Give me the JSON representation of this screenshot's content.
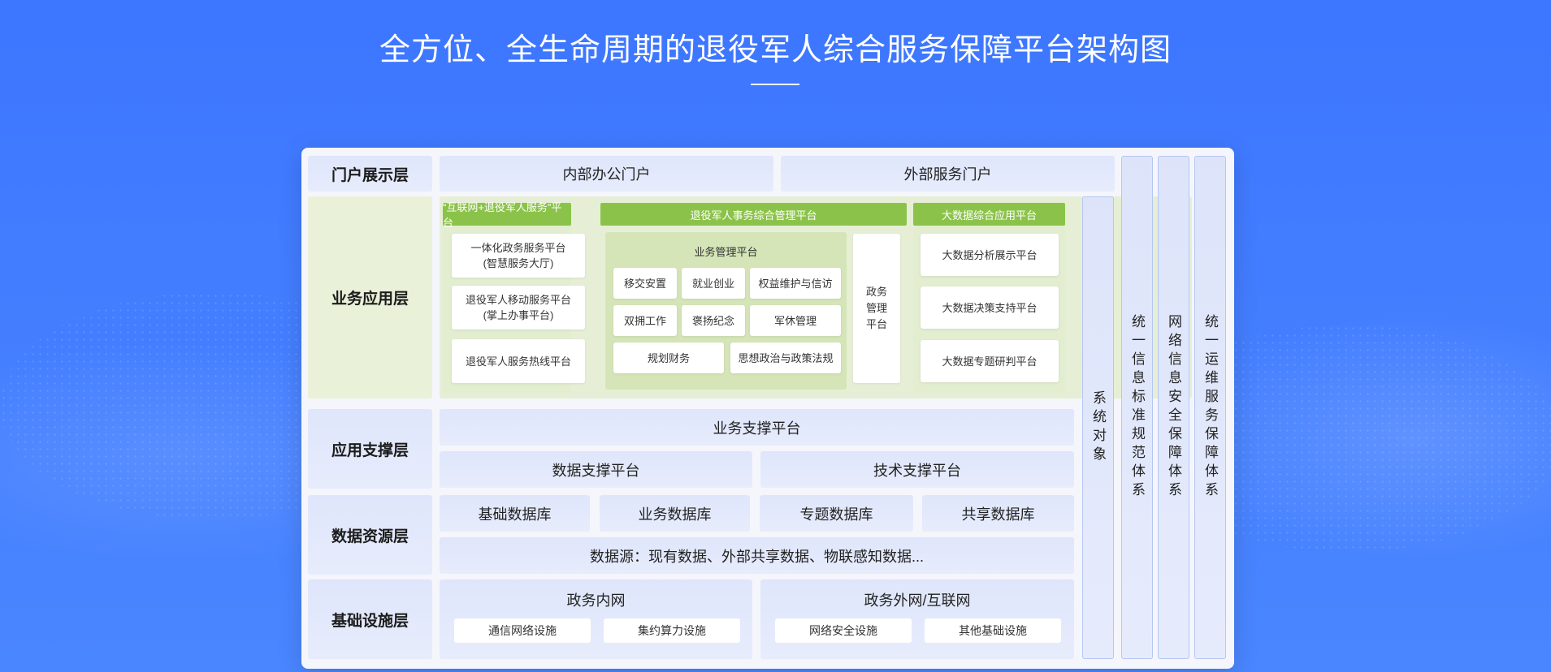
{
  "title": "全方位、全生命周期的退役军人综合服务保障平台架构图",
  "layers": {
    "portal": "门户展示层",
    "business": "业务应用层",
    "support": "应用支撑层",
    "data": "数据资源层",
    "infra": "基础设施层"
  },
  "portal": {
    "internal": "内部办公门户",
    "external": "外部服务门户"
  },
  "business": {
    "internet_platform": {
      "header": "“互联网+退役军人服务”平台",
      "items": [
        "一体化政务服务平台\n(智慧服务大厅)",
        "退役军人移动服务平台\n(掌上办事平台)",
        "退役军人服务热线平台"
      ]
    },
    "affairs_platform": {
      "header": "退役军人事务综合管理平台",
      "biz_mgmt_title": "业务管理平台",
      "biz_items": [
        "移交安置",
        "就业创业",
        "权益维护与信访",
        "双拥工作",
        "褒扬纪念",
        "军休管理",
        "规划财务",
        "思想政治与政策法规"
      ],
      "gov_mgmt": "政务管理平台"
    },
    "bigdata_platform": {
      "header": "大数据综合应用平台",
      "items": [
        "大数据分析展示平台",
        "大数据决策支持平台",
        "大数据专题研判平台"
      ]
    }
  },
  "support": {
    "business_support": "业务支撑平台",
    "data_support": "数据支撑平台",
    "tech_support": "技术支撑平台"
  },
  "data": {
    "dbs": [
      "基础数据库",
      "业务数据库",
      "专题数据库",
      "共享数据库"
    ],
    "source": "数据源：现有数据、外部共享数据、物联感知数据..."
  },
  "infra": {
    "intranet": {
      "title": "政务内网",
      "items": [
        "通信网络设施",
        "集约算力设施"
      ]
    },
    "extranet": {
      "title": "政务外网/互联网",
      "items": [
        "网络安全设施",
        "其他基础设施"
      ]
    }
  },
  "side": {
    "system_object": "系统对象",
    "standards": "统一信息标准规范体系",
    "security": "网络信息安全保障体系",
    "ops": "统一运维服务保障体系"
  }
}
